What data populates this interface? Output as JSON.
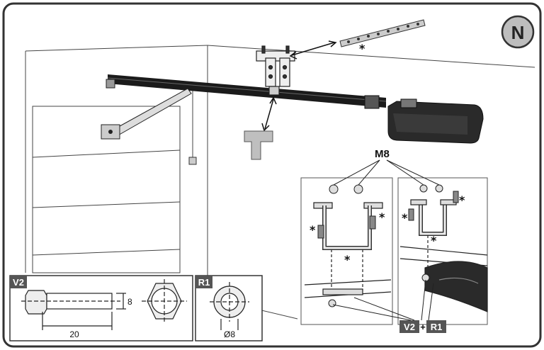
{
  "badge": {
    "letter": "N"
  },
  "callouts": {
    "bolt_size": "M8",
    "bolt_ref": "V2",
    "plus": "+",
    "washer_ref": "R1"
  },
  "marker": "*",
  "detail_v2": {
    "tag": "V2",
    "length": "20",
    "thread": "8"
  },
  "detail_r1": {
    "tag": "R1",
    "diameter": "Ø8"
  },
  "colors": {
    "line": "#1a1a1a",
    "tag_bg": "#555555",
    "badge_bg": "#bdbdbd",
    "part_grey": "#bfbfbf"
  }
}
